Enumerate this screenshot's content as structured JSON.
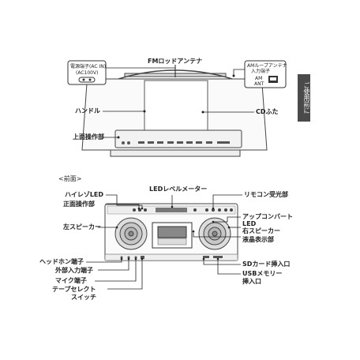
{
  "top_view": {
    "power_box": {
      "line1": "電源端子(AC IN)",
      "line2": "(AC100V)"
    },
    "fm_antenna": "FMロッドアンテナ",
    "am_box": {
      "line1": "AMループアンテナ",
      "line2": "入力端子",
      "am": "AM",
      "ant": "ANT"
    },
    "handle": "ハンドル",
    "cd_lid": "CDふた",
    "top_controls": "上面操作部"
  },
  "side_tab": "ご使用前に",
  "front_view": {
    "section_title": "<前面>",
    "hires_led": "ハイレゾLED",
    "led_meter": "LEDレベルメーター",
    "remote_sensor": "リモコン受光部",
    "front_controls": "正面操作部",
    "left_speaker": "左スピーカー",
    "upconvert_led_1": "アップコンバート",
    "upconvert_led_2": "LED",
    "right_speaker": "右スピーカー",
    "lcd": "液晶表示部",
    "headphone": "ヘッドホン端子",
    "ext_input": "外部入力端子",
    "mic": "マイク端子",
    "tape_select_1": "テープセレクト",
    "tape_select_2": "スイッチ",
    "sd_slot": "SDカード挿入口",
    "usb_1": "USBメモリー",
    "usb_2": "挿入口"
  }
}
